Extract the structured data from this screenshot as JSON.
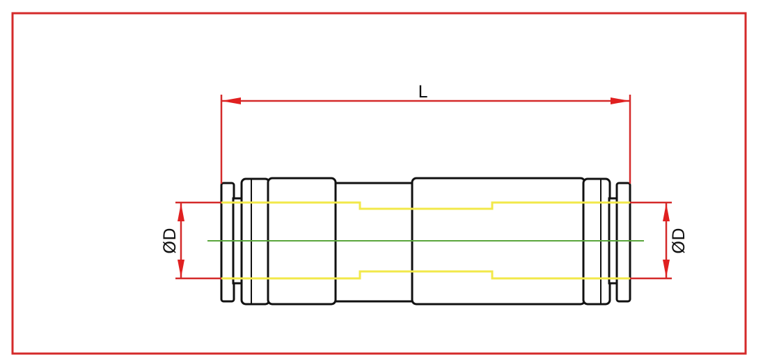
{
  "labels": {
    "length": "L",
    "diameter_left": "ØD",
    "diameter_right": "ØD"
  },
  "colors": {
    "frame": "#d42a2a",
    "dimension": "#d42a2a",
    "bore": "#f2e84a",
    "centerline": "#5aa63c",
    "outline": "#111111"
  }
}
